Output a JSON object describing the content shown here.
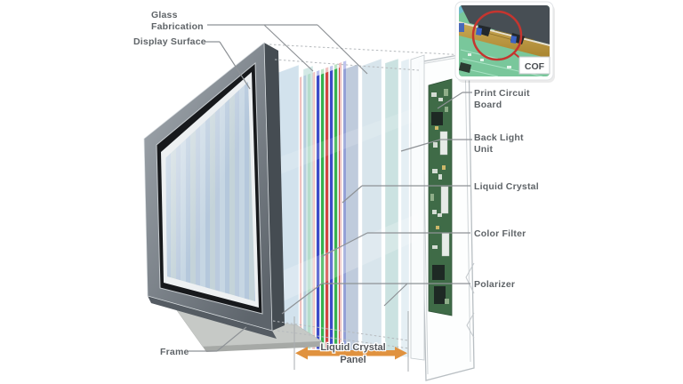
{
  "labels": {
    "glass_fabrication": [
      "Glass",
      "Fabrication"
    ],
    "display_surface": "Display Surface",
    "frame": "Frame",
    "print_circuit_board": [
      "Print Circuit",
      "Board"
    ],
    "back_light_unit": [
      "Back Light",
      "Unit"
    ],
    "liquid_crystal": "Liquid Crystal",
    "color_filter": "Color Filter",
    "polarizer": "Polarizer"
  },
  "panel_span_label": [
    "Liquid Crystal",
    "Panel"
  ],
  "inset": {
    "caption": "COF"
  },
  "colors": {
    "accent_arrow": "#E0923F",
    "highlight_circle": "#C5352F",
    "rgb_green": "#2FAE47",
    "rgb_red": "#CF3F3A",
    "rgb_blue": "#3544C6",
    "pcb_green": "#3F6B47",
    "label_text": "#5F6468",
    "leader_line": "#8E9296"
  }
}
